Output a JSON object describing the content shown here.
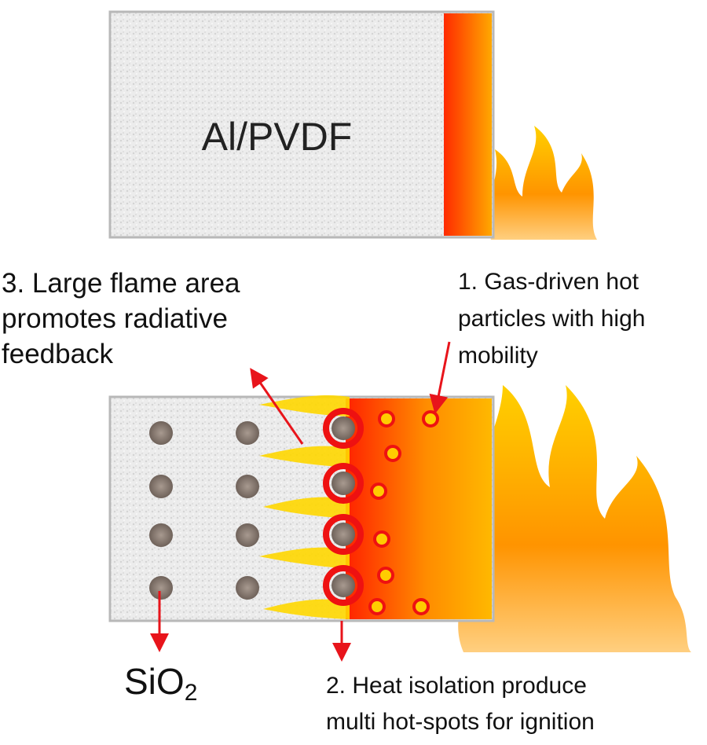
{
  "top_block": {
    "label": "Al/PVDF"
  },
  "annotations": {
    "step1": [
      "1. Gas-driven hot",
      "particles with high",
      "mobility"
    ],
    "step2": [
      "2. Heat isolation produce",
      "multi hot-spots for ignition"
    ],
    "step3": [
      "3. Large flame area",
      "promotes radiative",
      "feedback"
    ],
    "sio2_main": "SiO",
    "sio2_sub": "2"
  },
  "colors": {
    "arrow": "#e8141b",
    "hot": "#ff3a00",
    "warm": "#ffb400",
    "matrix": "#e6e6e6",
    "particle": "#8a7c74"
  }
}
